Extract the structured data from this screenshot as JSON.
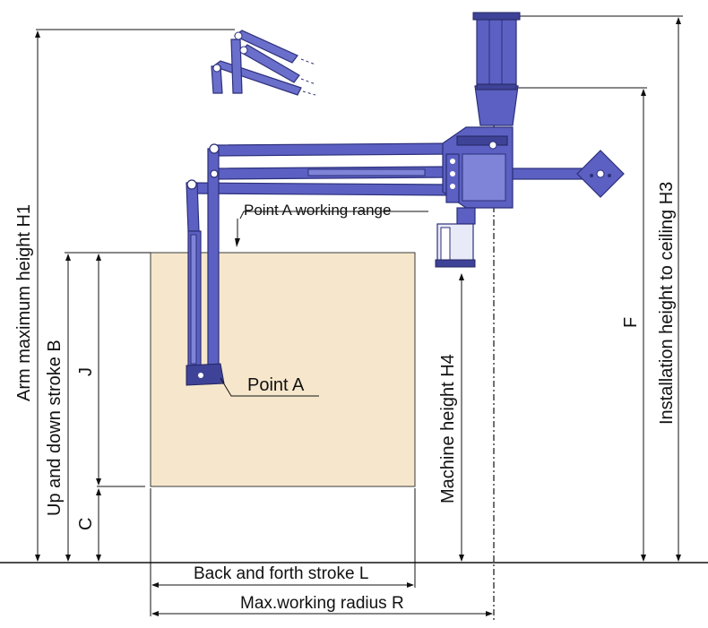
{
  "diagram": {
    "labels": {
      "point_a_working_range": "Point A working range",
      "point_a": "Point A",
      "arm_max_height": "Arm maximum height H1",
      "up_down_stroke": "Up and down stroke B",
      "dim_j": "J",
      "dim_c": "C",
      "machine_height": "Machine height H4",
      "dim_f": "F",
      "installation_height": "Installation height to ceiling H3",
      "back_forth_stroke": "Back and forth stroke L",
      "max_working_radius": "Max.working radius R"
    },
    "colors": {
      "machine": "#5b60c2",
      "machine_dark": "#2c2f7a",
      "working_range_fill": "#f6e7cc",
      "line": "#111111"
    }
  }
}
